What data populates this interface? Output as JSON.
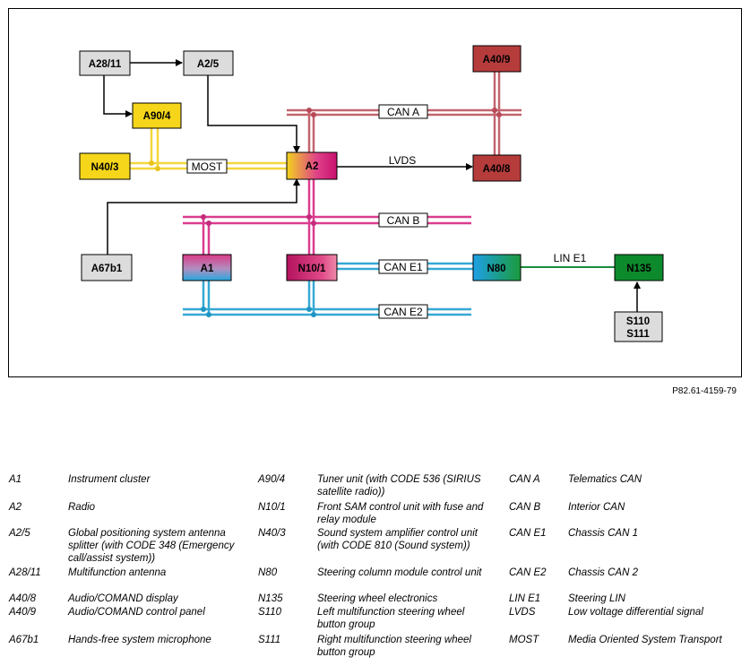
{
  "diagram": {
    "nodes": [
      {
        "id": "A28_11",
        "label": "A28/11"
      },
      {
        "id": "A2_5",
        "label": "A2/5"
      },
      {
        "id": "A40_9",
        "label": "A40/9"
      },
      {
        "id": "A90_4",
        "label": "A90/4"
      },
      {
        "id": "N40_3",
        "label": "N40/3"
      },
      {
        "id": "A2",
        "label": "A2"
      },
      {
        "id": "A40_8",
        "label": "A40/8"
      },
      {
        "id": "A67b1",
        "label": "A67b1"
      },
      {
        "id": "A1",
        "label": "A1"
      },
      {
        "id": "N10_1",
        "label": "N10/1"
      },
      {
        "id": "N80",
        "label": "N80"
      },
      {
        "id": "N135",
        "label": "N135"
      },
      {
        "id": "S110_S111",
        "label_line1": "S110",
        "label_line2": "S111"
      }
    ],
    "bus_labels": {
      "can_a": "CAN A",
      "most": "MOST",
      "lvds": "LVDS",
      "can_b": "CAN B",
      "can_e1": "CAN E1",
      "lin_e1": "LIN E1",
      "can_e2": "CAN E2"
    },
    "colors": {
      "can_a": "#c05f6c",
      "most": "#f4d63a",
      "can_b": "#d7378d",
      "can_e": "#2ea6d2",
      "lin": "#1b8c3c",
      "red_unit": "#b43a3a",
      "yellow_unit": "#f5d61a",
      "green_unit": "#0d8a2c",
      "gray_unit": "#dcdcdc"
    }
  },
  "reference": "P82.61-4159-79",
  "legend": [
    {
      "code": "A1",
      "desc": "Instrument cluster"
    },
    {
      "code": "A2",
      "desc": "Radio"
    },
    {
      "code": "A2/5",
      "desc": "Global positioning system antenna splitter (with CODE 348 (Emergency call/assist system))"
    },
    {
      "code": "A28/11",
      "desc": "Multifunction antenna"
    },
    {
      "code": "A40/8",
      "desc": "Audio/COMAND display"
    },
    {
      "code": "A40/9",
      "desc": "Audio/COMAND control panel"
    },
    {
      "code": "A67b1",
      "desc": "Hands-free system microphone"
    },
    {
      "code": "A90/4",
      "desc": "Tuner unit (with CODE 536 (SIRIUS satellite radio))"
    },
    {
      "code": "N10/1",
      "desc": "Front SAM control unit with fuse and relay module"
    },
    {
      "code": "N40/3",
      "desc": "Sound system amplifier control unit (with CODE 810 (Sound system))"
    },
    {
      "code": "N80",
      "desc": "Steering column module control unit"
    },
    {
      "code": "N135",
      "desc": "Steering wheel electronics"
    },
    {
      "code": "S110",
      "desc": "Left multifunction steering wheel button group"
    },
    {
      "code": "S111",
      "desc": "Right multifunction steering wheel button group"
    },
    {
      "code": "CAN A",
      "desc": "Telematics CAN"
    },
    {
      "code": "CAN B",
      "desc": "Interior CAN"
    },
    {
      "code": "CAN E1",
      "desc": "Chassis CAN 1"
    },
    {
      "code": "CAN E2",
      "desc": "Chassis CAN 2"
    },
    {
      "code": "LIN E1",
      "desc": "Steering LIN"
    },
    {
      "code": "LVDS",
      "desc": "Low voltage differential signal"
    },
    {
      "code": "MOST",
      "desc": "Media Oriented System Transport"
    }
  ]
}
